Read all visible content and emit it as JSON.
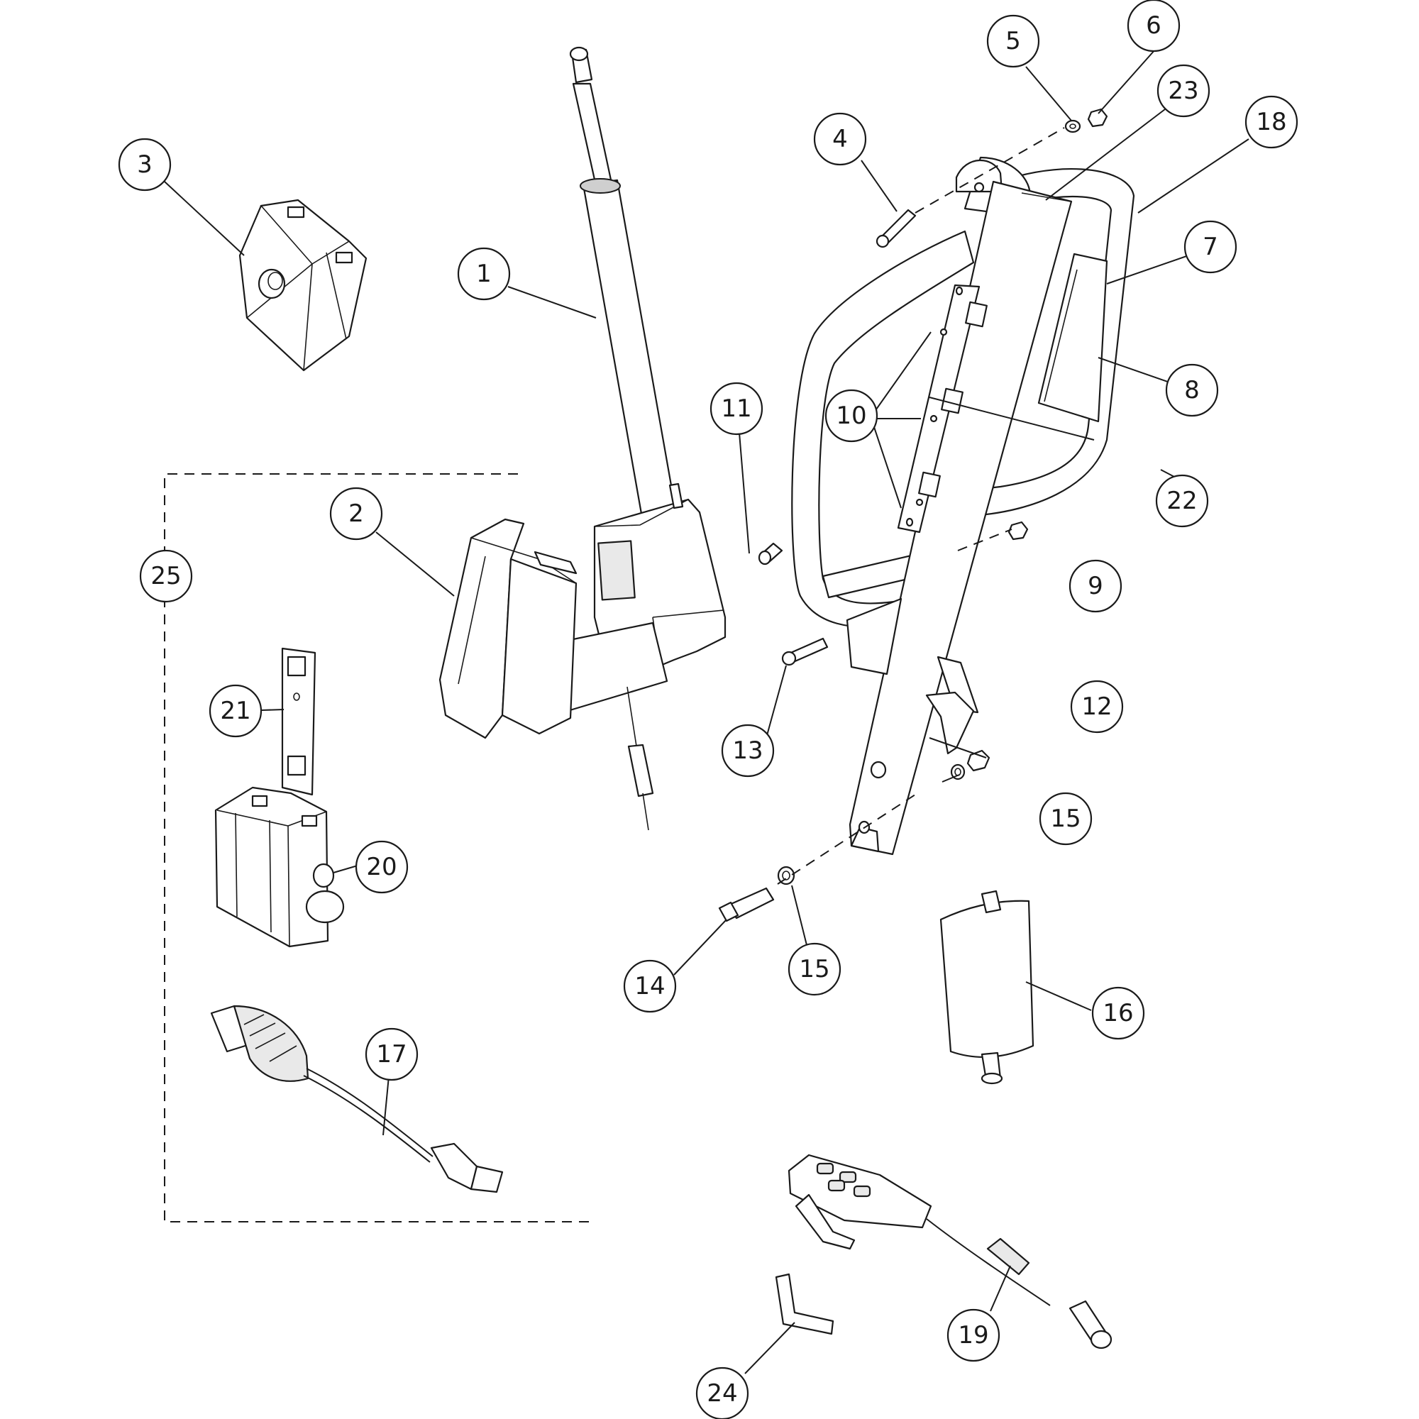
{
  "callouts": [
    {
      "id": "1",
      "label": "1"
    },
    {
      "id": "2",
      "label": "2"
    },
    {
      "id": "3",
      "label": "3"
    },
    {
      "id": "4",
      "label": "4"
    },
    {
      "id": "5",
      "label": "5"
    },
    {
      "id": "6",
      "label": "6"
    },
    {
      "id": "7",
      "label": "7"
    },
    {
      "id": "8",
      "label": "8"
    },
    {
      "id": "9",
      "label": "9"
    },
    {
      "id": "10",
      "label": "10"
    },
    {
      "id": "11",
      "label": "11"
    },
    {
      "id": "12",
      "label": "12"
    },
    {
      "id": "13",
      "label": "13"
    },
    {
      "id": "14",
      "label": "14"
    },
    {
      "id": "15a",
      "label": "15"
    },
    {
      "id": "15b",
      "label": "15"
    },
    {
      "id": "16",
      "label": "16"
    },
    {
      "id": "17",
      "label": "17"
    },
    {
      "id": "18",
      "label": "18"
    },
    {
      "id": "19",
      "label": "19"
    },
    {
      "id": "20",
      "label": "20"
    },
    {
      "id": "21",
      "label": "21"
    },
    {
      "id": "22",
      "label": "22"
    },
    {
      "id": "23",
      "label": "23"
    },
    {
      "id": "24",
      "label": "24"
    },
    {
      "id": "25",
      "label": "25"
    }
  ]
}
